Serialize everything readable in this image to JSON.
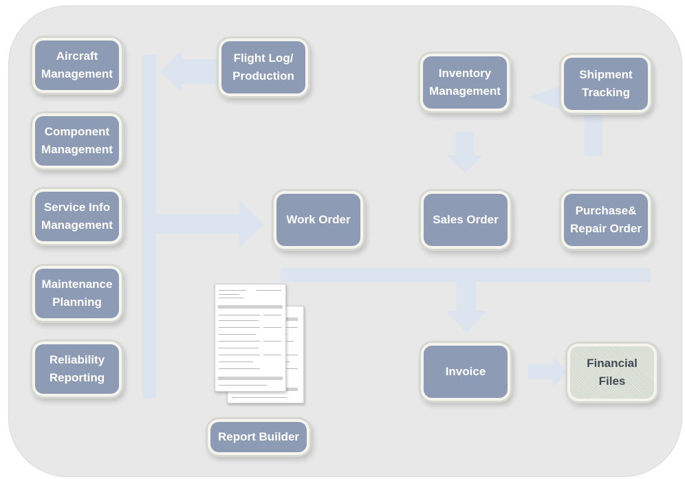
{
  "colors": {
    "panel": "#e8e8e8",
    "box": "#8e9bb5",
    "box_text": "#ffffff",
    "arrow": "#dbe4ef",
    "financial_box": "#d5dccf"
  },
  "boxes": {
    "aircraft_management": [
      "Aircraft",
      "Management"
    ],
    "component_management": [
      "Component",
      "Management"
    ],
    "service_info_management": [
      "Service Info",
      "Management"
    ],
    "maintenance_planning": [
      "Maintenance",
      "Planning"
    ],
    "reliability_reporting": [
      "Reliability",
      "Reporting"
    ],
    "flight_log_production": [
      "Flight Log/",
      "Production"
    ],
    "work_order": [
      "Work Order"
    ],
    "inventory_management": [
      "Inventory",
      "Management"
    ],
    "shipment_tracking": [
      "Shipment",
      "Tracking"
    ],
    "sales_order": [
      "Sales Order"
    ],
    "purchase_repair_order": [
      "Purchase&",
      "Repair Order"
    ],
    "invoice": [
      "Invoice"
    ],
    "financial_files": [
      "Financial",
      "Files"
    ],
    "report_builder": [
      "Report Builder"
    ]
  }
}
